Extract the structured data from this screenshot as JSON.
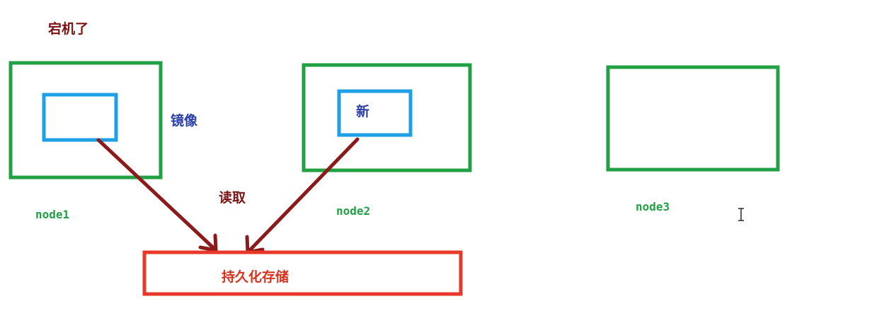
{
  "labels": {
    "crashed": "宕机了",
    "mirror": "镜像",
    "read": "读取",
    "new": "新",
    "storage": "持久化存储"
  },
  "nodes": [
    {
      "id": "node1",
      "label": "node1"
    },
    {
      "id": "node2",
      "label": "node2"
    },
    {
      "id": "node3",
      "label": "node3"
    }
  ],
  "colors": {
    "node_border": "#22a044",
    "container_border": "#1e9fe6",
    "arrow": "#8b1a1a",
    "storage_border": "#e8382a",
    "label_dark_red": "#7a1414",
    "label_blue": "#2b3fa8",
    "storage_text": "#d8321f",
    "node_text": "#22a044"
  },
  "icons": {
    "cursor": "text-cursor-icon"
  }
}
